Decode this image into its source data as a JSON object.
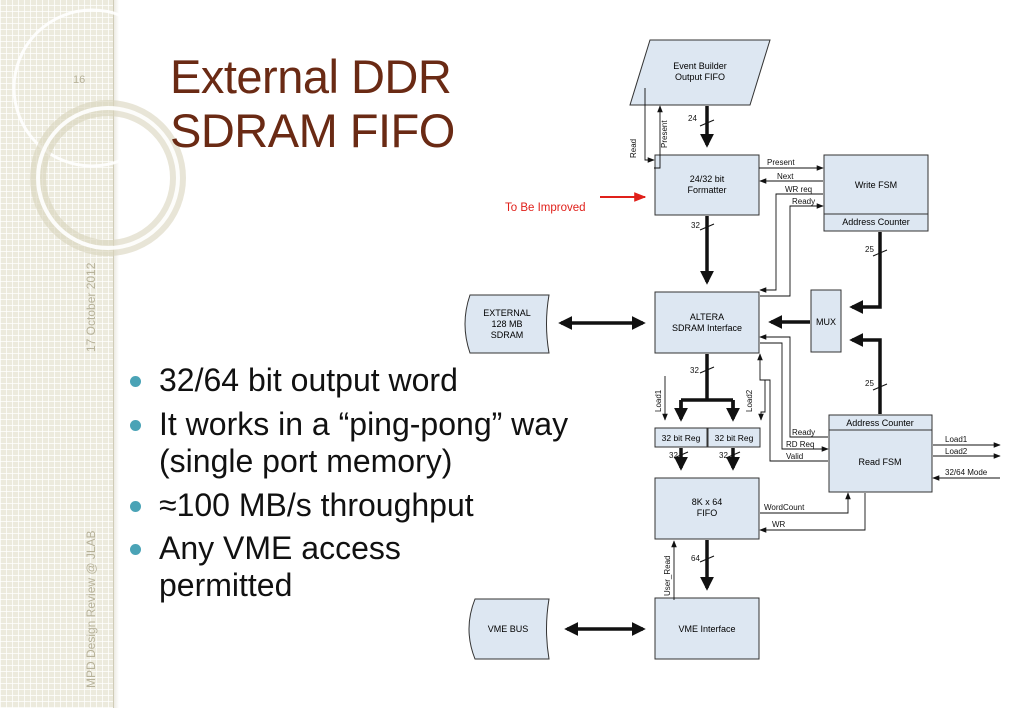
{
  "slide": {
    "page_number": "16",
    "date": "17 October 2012",
    "footer": "MPD Design Review @ JLAB",
    "title_lines": [
      "External DDR",
      "SDRAM FIFO"
    ]
  },
  "bullets": [
    "32/64 bit output word",
    "It works in a “ping-pong” way (single port memory)",
    "≈100 MB/s throughput",
    "Any VME access permitted"
  ],
  "diagram": {
    "annotation": "To Be Improved",
    "blocks": {
      "event_builder_fifo": [
        "Event Builder",
        "Output FIFO"
      ],
      "formatter": [
        "24/32 bit",
        "Formatter"
      ],
      "write_fsm": "Write FSM",
      "write_fsm_counter": "Address Counter",
      "external_sdram": [
        "EXTERNAL",
        "128 MB",
        "SDRAM"
      ],
      "sdram_interface": [
        "ALTERA",
        "SDRAM Interface"
      ],
      "mux": "MUX",
      "reg1": "32 bit Reg",
      "reg2": "32 bit Reg",
      "read_fsm_counter": "Address Counter",
      "read_fsm": "Read FSM",
      "fifo_8k": [
        "8K x 64",
        "FIFO"
      ],
      "vme_bus": "VME BUS",
      "vme_interface": "VME Interface"
    },
    "signals": {
      "read": "Read",
      "present_v": "Present",
      "bus24": "24",
      "present": "Present",
      "next": "Next",
      "wr_req": "WR req",
      "ready_w": "Ready",
      "bus32_formatter": "32",
      "bus25_write": "25",
      "bus32_sdram": "32",
      "bus25_read": "25",
      "load1_v": "Load1",
      "load2_v": "Load2",
      "ready_r": "Ready",
      "rd_req": "RD Req",
      "valid": "Valid",
      "load1": "Load1",
      "load2": "Load2",
      "mode": "32/64 Mode",
      "bus32_reg1": "32",
      "bus32_reg2": "32",
      "wordcount": "WordCount",
      "wr": "WR",
      "bus64": "64",
      "user_read": "User_Read"
    }
  }
}
